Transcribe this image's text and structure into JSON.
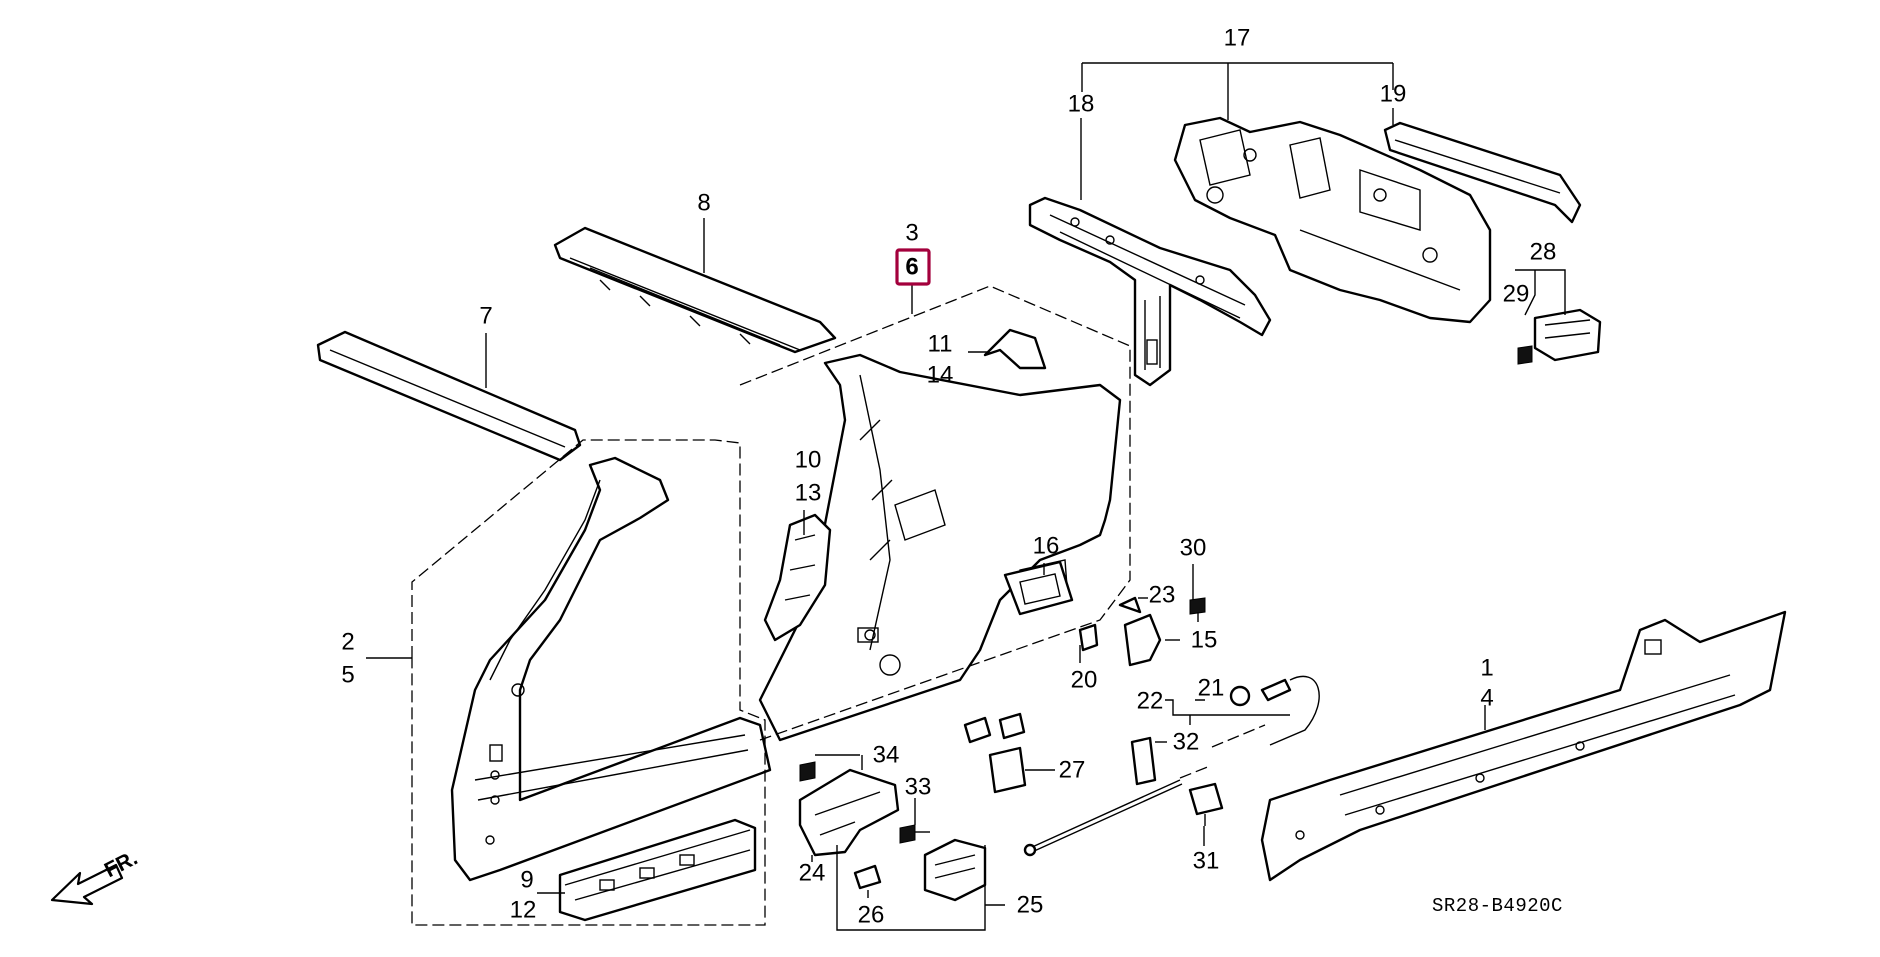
{
  "diagram": {
    "type": "exploded parts diagram",
    "code": "SR28-B4920C",
    "direction_label": "FR.",
    "highlighted_part": "6",
    "highlight_color": "#a3003c",
    "callouts": [
      {
        "id": "17",
        "label": "17"
      },
      {
        "id": "18",
        "label": "18"
      },
      {
        "id": "19",
        "label": "19"
      },
      {
        "id": "8",
        "label": "8"
      },
      {
        "id": "3",
        "label": "3"
      },
      {
        "id": "6",
        "label": "6"
      },
      {
        "id": "7",
        "label": "7"
      },
      {
        "id": "11",
        "label": "11"
      },
      {
        "id": "14",
        "label": "14"
      },
      {
        "id": "28",
        "label": "28"
      },
      {
        "id": "29",
        "label": "29"
      },
      {
        "id": "10",
        "label": "10"
      },
      {
        "id": "13",
        "label": "13"
      },
      {
        "id": "16",
        "label": "16"
      },
      {
        "id": "30",
        "label": "30"
      },
      {
        "id": "23",
        "label": "23"
      },
      {
        "id": "15",
        "label": "15"
      },
      {
        "id": "2",
        "label": "2"
      },
      {
        "id": "5",
        "label": "5"
      },
      {
        "id": "20",
        "label": "20"
      },
      {
        "id": "21",
        "label": "21"
      },
      {
        "id": "22",
        "label": "22"
      },
      {
        "id": "1",
        "label": "1"
      },
      {
        "id": "4",
        "label": "4"
      },
      {
        "id": "32",
        "label": "32"
      },
      {
        "id": "34",
        "label": "34"
      },
      {
        "id": "27",
        "label": "27"
      },
      {
        "id": "33",
        "label": "33"
      },
      {
        "id": "9",
        "label": "9"
      },
      {
        "id": "12",
        "label": "12"
      },
      {
        "id": "24",
        "label": "24"
      },
      {
        "id": "31",
        "label": "31"
      },
      {
        "id": "25",
        "label": "25"
      },
      {
        "id": "26",
        "label": "26"
      }
    ]
  }
}
